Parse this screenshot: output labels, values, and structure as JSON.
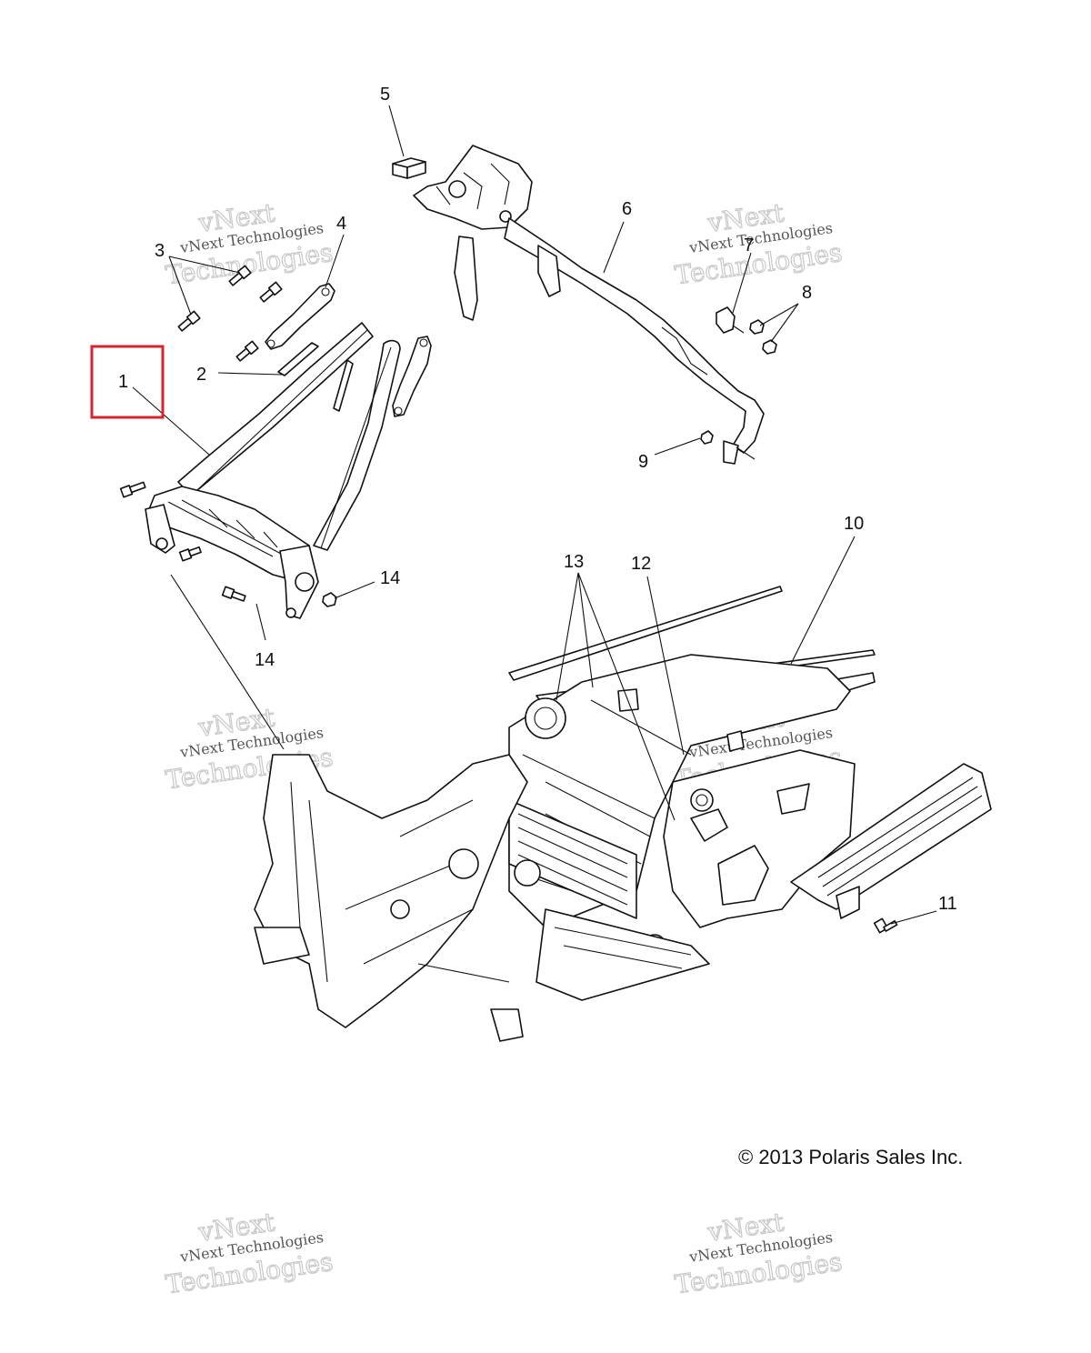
{
  "callouts": [
    {
      "id": "c1",
      "label": "1"
    },
    {
      "id": "c2",
      "label": "2"
    },
    {
      "id": "c3",
      "label": "3"
    },
    {
      "id": "c4",
      "label": "4"
    },
    {
      "id": "c5",
      "label": "5"
    },
    {
      "id": "c6",
      "label": "6"
    },
    {
      "id": "c7",
      "label": "7"
    },
    {
      "id": "c8",
      "label": "8"
    },
    {
      "id": "c9",
      "label": "9"
    },
    {
      "id": "c10",
      "label": "10"
    },
    {
      "id": "c11",
      "label": "11"
    },
    {
      "id": "c12",
      "label": "12"
    },
    {
      "id": "c13",
      "label": "13"
    },
    {
      "id": "c14a",
      "label": "14"
    },
    {
      "id": "c14b",
      "label": "14"
    }
  ],
  "watermark": {
    "line1": "vNext",
    "line2": "vNext Technologies",
    "line3": "Technologies"
  },
  "copyright": "© 2013 Polaris Sales Inc.",
  "highlight_color": "#d9232d"
}
